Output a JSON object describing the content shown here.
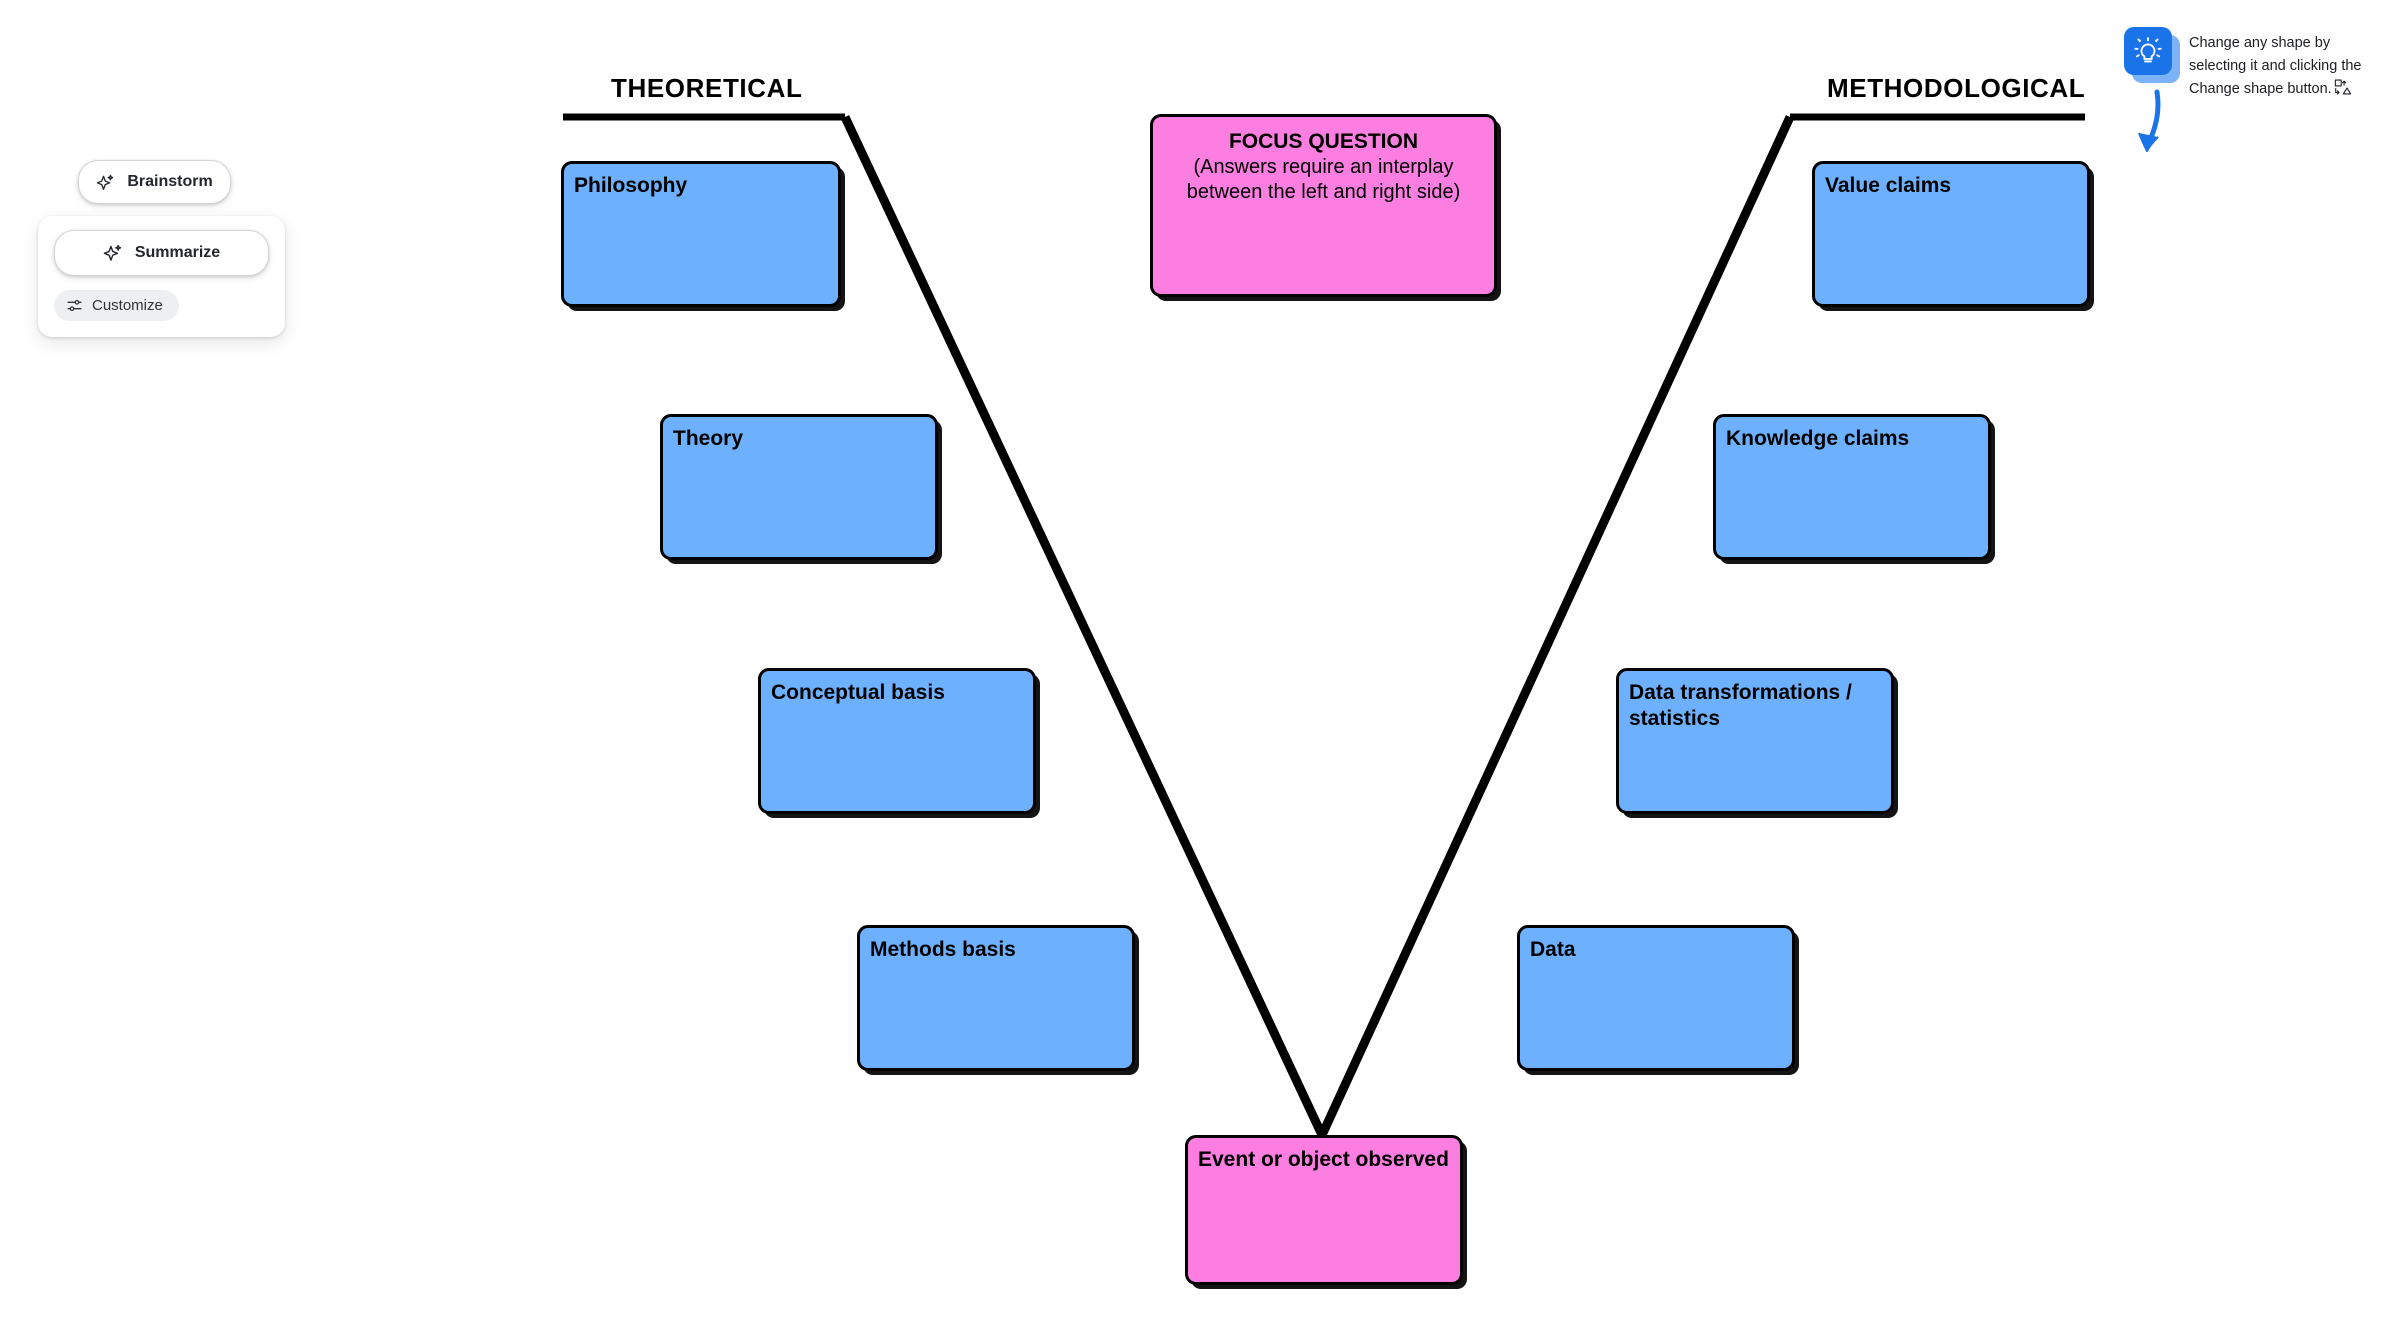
{
  "canvas": {
    "background": "#ffffff",
    "colors": {
      "node_blue": "#6cb0fe",
      "node_pink": "#fb7ee0",
      "stroke": "#000000",
      "accent_blue": "#1a73e8"
    }
  },
  "headers": {
    "left": "THEORETICAL",
    "right": "METHODOLOGICAL"
  },
  "nodes": {
    "focus_question": {
      "title": "FOCUS QUESTION",
      "line1": "(Answers require an interplay",
      "line2": "between the left and right side)",
      "color": "pink"
    },
    "event": {
      "label": "Event or object observed",
      "color": "pink"
    },
    "left_column": [
      {
        "label": "Philosophy",
        "color": "blue"
      },
      {
        "label": "Theory",
        "color": "blue"
      },
      {
        "label": "Conceptual basis",
        "color": "blue"
      },
      {
        "label": "Methods basis",
        "color": "blue"
      }
    ],
    "right_column": [
      {
        "label": "Value claims",
        "color": "blue"
      },
      {
        "label": "Knowledge claims",
        "color": "blue"
      },
      {
        "label": "Data transformations / statistics",
        "color": "blue"
      },
      {
        "label": "Data",
        "color": "blue"
      }
    ]
  },
  "ai_toolbar": {
    "brainstorm_label": "Brainstorm",
    "brainstorm_icon": "sparkle-icon",
    "summarize_label": "Summarize",
    "summarize_icon": "sparkle-icon",
    "customize_label": "Customize",
    "customize_icon": "tune-sliders-icon"
  },
  "tooltip": {
    "icon": "lightbulb-icon",
    "text": "Change any shape by selecting it and clicking the Change shape button.",
    "inline_glyph": "change-shape-icon",
    "arrow": "curved-down-arrow-icon"
  }
}
